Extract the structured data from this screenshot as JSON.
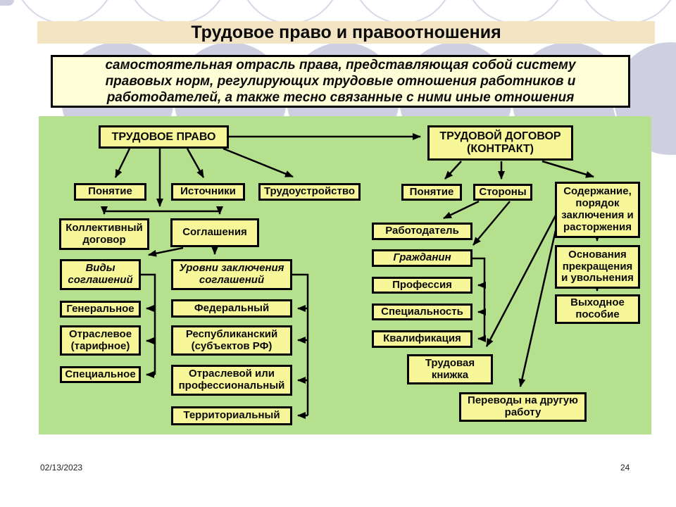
{
  "slide": {
    "title": "Трудовое право и правоотношения",
    "definition": "самостоятельная отрасль права, представляющая собой систему\nправовых норм, регулирующих трудовые отношения работников и\nработодателей, а также тесно связанные с ними иные отношения",
    "footer_date": "02/13/2023",
    "slide_number": "24"
  },
  "colors": {
    "title_bar_bg": "#f3e5c4",
    "definition_bg": "#ffffd7",
    "panel_bg": "#b5e18e",
    "node_bg": "#f7f79a",
    "node_border": "#000000",
    "decor_circle": "#cfcfe2"
  },
  "diagram": {
    "trudovoe_pravo": "ТРУДОВОЕ ПРАВО",
    "ponyatie_left": "Понятие",
    "istochniki": "Источники",
    "trudoustroystvo": "Трудоустройство",
    "kollektivny_dogovor": "Коллективный\nдоговор",
    "soglasheniya": "Соглашения",
    "vidy_soglasheniy": "Виды\nсоглашений",
    "generalnoe": "Генеральное",
    "otraslevoe_tarifnoe": "Отраслевое\n(тарифное)",
    "spetsialnoe": "Специальное",
    "urovni_zaklyucheniya": "Уровни заключения\nсоглашений",
    "federalny": "Федеральный",
    "respublikansky": "Республиканский\n(субъектов РФ)",
    "otraslevoy_prof": "Отраслевой или\nпрофессиональный",
    "territorialny": "Территориальный",
    "trudovoy_dogovor": "ТРУДОВОЙ ДОГОВОР\n(КОНТРАКТ)",
    "ponyatie_right": "Понятие",
    "storony": "Стороны",
    "soderzhanie": "Содержание,\nпорядок\nзаключения и\nрасторжения",
    "rabotodatel": "Работодатель",
    "grazhdanin": "Гражданин",
    "professiya": "Профессия",
    "spetsialnost": "Специальность",
    "kvalifikatsiya": "Квалификация",
    "osnovaniya": "Основания\nпрекращения\nи увольнения",
    "vykhodnoe_posobie": "Выходное\nпособие",
    "trudovaya_knizhka": "Трудовая\nкнижка",
    "perevody": "Переводы на другую\nработу"
  }
}
